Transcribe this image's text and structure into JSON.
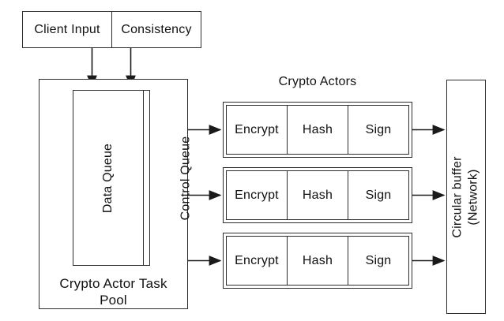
{
  "colors": {
    "line": "#1a1a1a",
    "border": "#2d2d2d",
    "background": "#ffffff",
    "text": "#111111"
  },
  "inputs": {
    "client_input": "Client Input",
    "consistency": "Consistency"
  },
  "task_pool": {
    "queues": [
      "Data Queue",
      "Control Queue"
    ],
    "label_line1": "Crypto Actor Task",
    "label_line2": "Pool"
  },
  "actors": {
    "title": "Crypto Actors",
    "rows": [
      {
        "cells": [
          "Encrypt",
          "Hash",
          "Sign"
        ]
      },
      {
        "cells": [
          "Encrypt",
          "Hash",
          "Sign"
        ]
      },
      {
        "cells": [
          "Encrypt",
          "Hash",
          "Sign"
        ]
      }
    ]
  },
  "buffer": {
    "line1": "Circular buffer",
    "line2": "(Network)"
  }
}
